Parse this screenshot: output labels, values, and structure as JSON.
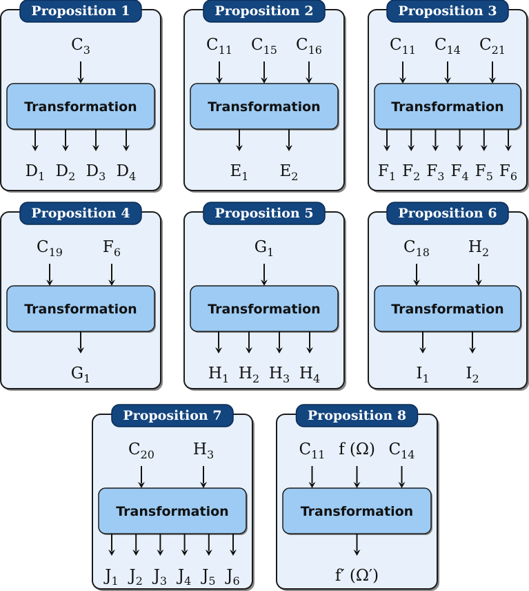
{
  "transformation_label": "Transformation",
  "propositions": [
    {
      "title": "Proposition 1",
      "inputs": [
        {
          "base": "C",
          "sub": "3"
        }
      ],
      "outputs": [
        {
          "base": "D",
          "sub": "1"
        },
        {
          "base": "D",
          "sub": "2"
        },
        {
          "base": "D",
          "sub": "3"
        },
        {
          "base": "D",
          "sub": "4"
        }
      ]
    },
    {
      "title": "Proposition 2",
      "inputs": [
        {
          "base": "C",
          "sub": "11"
        },
        {
          "base": "C",
          "sub": "15"
        },
        {
          "base": "C",
          "sub": "16"
        }
      ],
      "outputs": [
        {
          "base": "E",
          "sub": "1"
        },
        {
          "base": "E",
          "sub": "2"
        }
      ]
    },
    {
      "title": "Proposition 3",
      "inputs": [
        {
          "base": "C",
          "sub": "11"
        },
        {
          "base": "C",
          "sub": "14"
        },
        {
          "base": "C",
          "sub": "21"
        }
      ],
      "outputs": [
        {
          "base": "F",
          "sub": "1"
        },
        {
          "base": "F",
          "sub": "2"
        },
        {
          "base": "F",
          "sub": "3"
        },
        {
          "base": "F",
          "sub": "4"
        },
        {
          "base": "F",
          "sub": "5"
        },
        {
          "base": "F",
          "sub": "6"
        }
      ]
    },
    {
      "title": "Proposition 4",
      "inputs": [
        {
          "base": "C",
          "sub": "19"
        },
        {
          "base": "F",
          "sub": "6"
        }
      ],
      "outputs": [
        {
          "base": "G",
          "sub": "1"
        }
      ]
    },
    {
      "title": "Proposition 5",
      "inputs": [
        {
          "base": "G",
          "sub": "1"
        }
      ],
      "outputs": [
        {
          "base": "H",
          "sub": "1"
        },
        {
          "base": "H",
          "sub": "2"
        },
        {
          "base": "H",
          "sub": "3"
        },
        {
          "base": "H",
          "sub": "4"
        }
      ]
    },
    {
      "title": "Proposition 6",
      "inputs": [
        {
          "base": "C",
          "sub": "18"
        },
        {
          "base": "H",
          "sub": "2"
        }
      ],
      "outputs": [
        {
          "base": "I",
          "sub": "1"
        },
        {
          "base": "I",
          "sub": "2"
        }
      ]
    },
    {
      "title": "Proposition 7",
      "inputs": [
        {
          "base": "C",
          "sub": "20"
        },
        {
          "base": "H",
          "sub": "3"
        }
      ],
      "outputs": [
        {
          "base": "J",
          "sub": "1"
        },
        {
          "base": "J",
          "sub": "2"
        },
        {
          "base": "J",
          "sub": "3"
        },
        {
          "base": "J",
          "sub": "4"
        },
        {
          "base": "J",
          "sub": "5"
        },
        {
          "base": "J",
          "sub": "6"
        }
      ]
    },
    {
      "title": "Proposition 8",
      "inputs": [
        {
          "base": "C",
          "sub": "11"
        },
        {
          "base": "f (Ω)",
          "sub": ""
        },
        {
          "base": "C",
          "sub": "14"
        }
      ],
      "outputs": [
        {
          "base": "f′ (Ω′)",
          "sub": ""
        }
      ]
    }
  ]
}
